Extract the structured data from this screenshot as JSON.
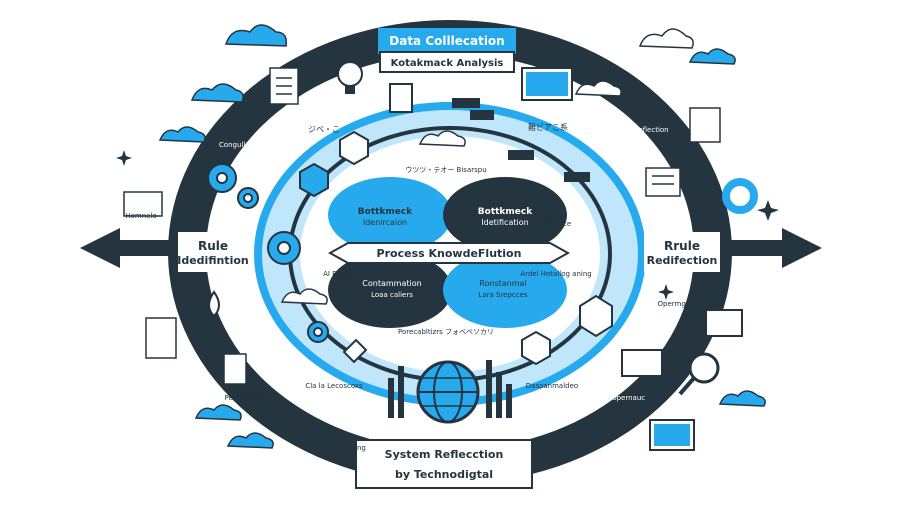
{
  "colors": {
    "dark": "#24353f",
    "blue": "#27a9ee",
    "light_blue": "#bfe6fb",
    "white": "#ffffff"
  },
  "top_labels": {
    "banner": "Data Colllecation",
    "subtitle": "Kotakmack Analysis"
  },
  "side_labels": {
    "left": [
      "Rule",
      "Idedifintion"
    ],
    "right": [
      "Rrule",
      "Redifection"
    ]
  },
  "center": {
    "title": "Process KnowdeFlution",
    "upper_left": [
      "Bottkmeck",
      "Idenircaion"
    ],
    "upper_right": [
      "Bottkmeck",
      "Idetification"
    ],
    "lower_left": [
      "Contammation",
      "Loaa caliers"
    ],
    "lower_right": [
      "Ronstanmal",
      "Lara Srepcces"
    ]
  },
  "bottom_labels": {
    "title": "System Reflecction",
    "byline": "by Technodigtal"
  },
  "ring_labels": {
    "top_left": "Congulle Mining",
    "top_right": "Systenn Reflection",
    "left_mid": "Homnelo",
    "left_low": "Pefrimeoes",
    "right_low": "Opermgiste",
    "bottom_left": "AI Finiing",
    "bottom_right": "Contannation opernauc",
    "inner_top_left": "ジベ・こ",
    "inner_top_right": "難ビアこ系",
    "inner_left": "AI Fining",
    "inner_right": "Ardel Hotallog aning",
    "inner_top": "ウツツ・テオー Bisarspu",
    "inner_bottom": "Porecabltizrs フォベベソカリ",
    "inner_by": "by Solapce",
    "inner_bottom_left": "Cla la Lecoscoxs",
    "inner_bottom_right": "Dasoanmaldeo"
  },
  "icons": [
    "cloud-icon",
    "lightbulb-icon",
    "gear-icon",
    "checklist-icon",
    "globe-icon",
    "magnifier-icon",
    "building-icon",
    "cube-icon",
    "chart-icon",
    "pen-icon",
    "star-icon"
  ]
}
